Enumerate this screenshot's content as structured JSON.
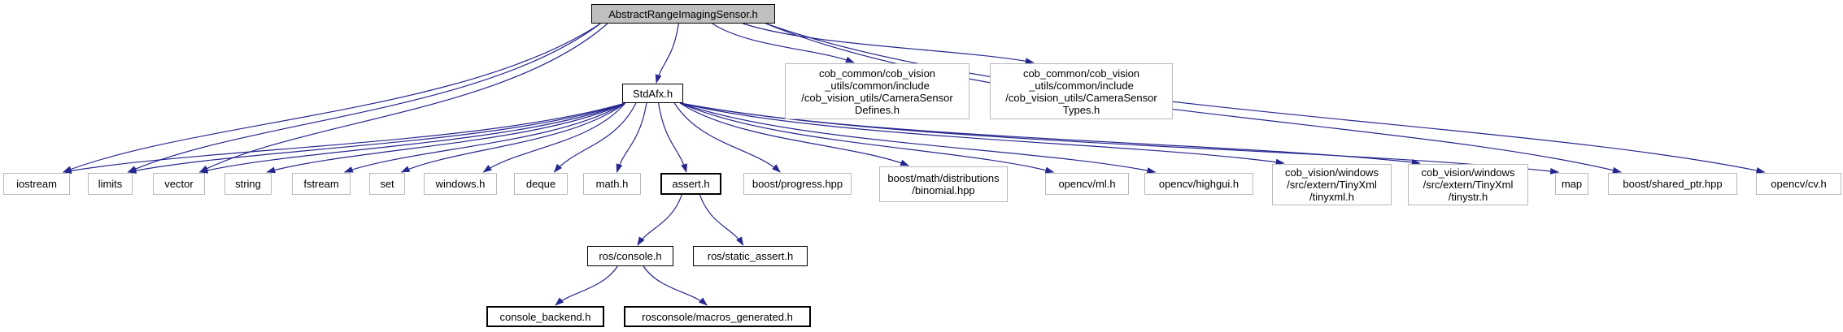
{
  "diagram": {
    "type": "include-dependency-graph",
    "nodes": {
      "root": {
        "label": "AbstractRangeImagingSensor.h"
      },
      "stdafx": {
        "label": "StdAfx.h"
      },
      "defines": {
        "label": "cob_common/cob_vision\n_utils/common/include\n/cob_vision_utils/CameraSensor\nDefines.h"
      },
      "types": {
        "label": "cob_common/cob_vision\n_utils/common/include\n/cob_vision_utils/CameraSensor\nTypes.h"
      },
      "iostream": {
        "label": "iostream"
      },
      "limits": {
        "label": "limits"
      },
      "vector": {
        "label": "vector"
      },
      "string": {
        "label": "string"
      },
      "fstream": {
        "label": "fstream"
      },
      "set": {
        "label": "set"
      },
      "windows_h": {
        "label": "windows.h"
      },
      "deque": {
        "label": "deque"
      },
      "math_h": {
        "label": "math.h"
      },
      "assert_h": {
        "label": "assert.h"
      },
      "progress": {
        "label": "boost/progress.hpp"
      },
      "binomial": {
        "label": "boost/math/distributions\n/binomial.hpp"
      },
      "opencv_ml": {
        "label": "opencv/ml.h"
      },
      "opencv_highgui": {
        "label": "opencv/highgui.h"
      },
      "tinyxml": {
        "label": "cob_vision/windows\n/src/extern/TinyXml\n/tinyxml.h"
      },
      "tinystr": {
        "label": "cob_vision/windows\n/src/extern/TinyXml\n/tinystr.h"
      },
      "map": {
        "label": "map"
      },
      "shared_ptr": {
        "label": "boost/shared_ptr.hpp"
      },
      "opencv_cv": {
        "label": "opencv/cv.h"
      },
      "ros_console": {
        "label": "ros/console.h"
      },
      "ros_static_assert": {
        "label": "ros/static_assert.h"
      },
      "console_backend": {
        "label": "console_backend.h"
      },
      "macros_generated": {
        "label": "rosconsole/macros_generated.h"
      }
    },
    "edges": [
      {
        "from": "root",
        "to": "iostream"
      },
      {
        "from": "root",
        "to": "limits"
      },
      {
        "from": "root",
        "to": "vector"
      },
      {
        "from": "root",
        "to": "stdafx"
      },
      {
        "from": "root",
        "to": "defines"
      },
      {
        "from": "root",
        "to": "types"
      },
      {
        "from": "root",
        "to": "shared_ptr"
      },
      {
        "from": "root",
        "to": "opencv_cv"
      },
      {
        "from": "stdafx",
        "to": "iostream"
      },
      {
        "from": "stdafx",
        "to": "limits"
      },
      {
        "from": "stdafx",
        "to": "vector"
      },
      {
        "from": "stdafx",
        "to": "string"
      },
      {
        "from": "stdafx",
        "to": "fstream"
      },
      {
        "from": "stdafx",
        "to": "set"
      },
      {
        "from": "stdafx",
        "to": "windows_h"
      },
      {
        "from": "stdafx",
        "to": "deque"
      },
      {
        "from": "stdafx",
        "to": "math_h"
      },
      {
        "from": "stdafx",
        "to": "assert_h"
      },
      {
        "from": "stdafx",
        "to": "progress"
      },
      {
        "from": "stdafx",
        "to": "binomial"
      },
      {
        "from": "stdafx",
        "to": "opencv_ml"
      },
      {
        "from": "stdafx",
        "to": "opencv_highgui"
      },
      {
        "from": "stdafx",
        "to": "tinyxml"
      },
      {
        "from": "stdafx",
        "to": "tinystr"
      },
      {
        "from": "stdafx",
        "to": "map"
      },
      {
        "from": "assert_h",
        "to": "ros_console"
      },
      {
        "from": "assert_h",
        "to": "ros_static_assert"
      },
      {
        "from": "ros_console",
        "to": "console_backend"
      },
      {
        "from": "ros_console",
        "to": "macros_generated"
      }
    ]
  },
  "colors": {
    "edge": "#26268F",
    "node_border_plain": "#b9b9b9",
    "node_border_strong": "#000000",
    "root_fill": "#bfbfbf",
    "node_fill": "#ffffff",
    "text": "#000000"
  }
}
